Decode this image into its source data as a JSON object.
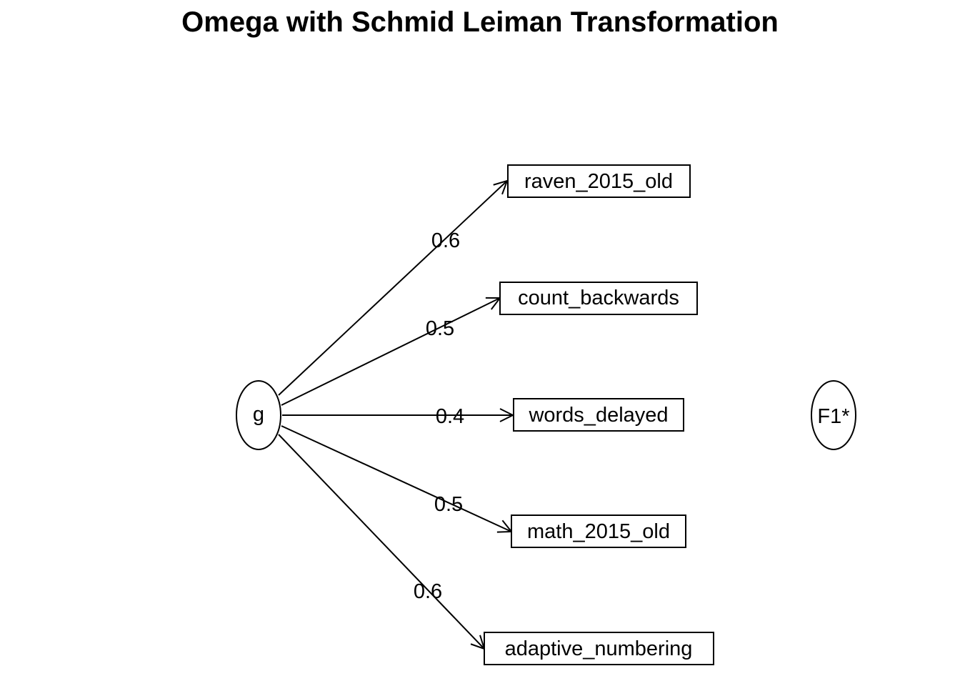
{
  "title": "Omega with Schmid Leiman Transformation",
  "factors": [
    {
      "id": "g",
      "label": "g"
    },
    {
      "id": "F1",
      "label": "F1*"
    }
  ],
  "variables": [
    {
      "id": "v1",
      "label": "raven_2015_old"
    },
    {
      "id": "v2",
      "label": "count_backwards"
    },
    {
      "id": "v3",
      "label": "words_delayed"
    },
    {
      "id": "v4",
      "label": "math_2015_old"
    },
    {
      "id": "v5",
      "label": "adaptive_numbering"
    }
  ],
  "loadings": [
    {
      "from": "g",
      "to": "v1",
      "value": "0.6"
    },
    {
      "from": "g",
      "to": "v2",
      "value": "0.5"
    },
    {
      "from": "g",
      "to": "v3",
      "value": "0.4"
    },
    {
      "from": "g",
      "to": "v4",
      "value": "0.5"
    },
    {
      "from": "g",
      "to": "v5",
      "value": "0.6"
    }
  ],
  "colors": {
    "stroke": "#000000",
    "background": "#ffffff"
  }
}
